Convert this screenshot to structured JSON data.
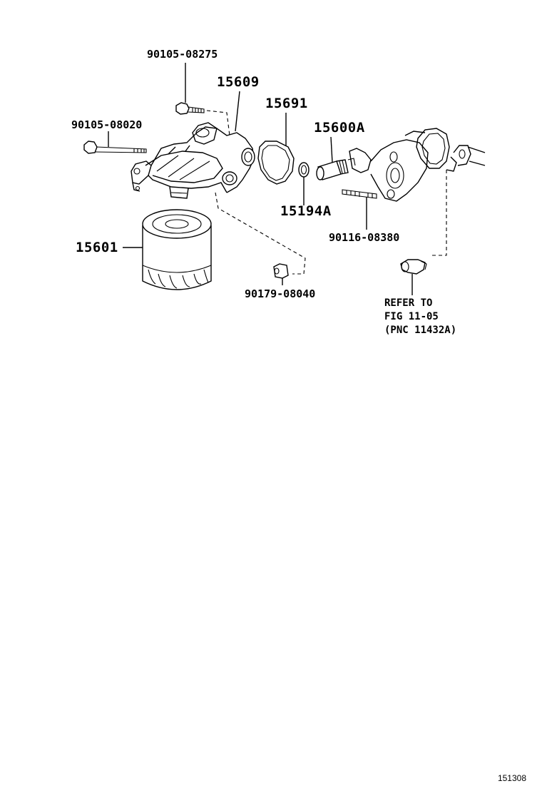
{
  "parts": [
    {
      "id": "p-90105-08275",
      "number": "90105-08275"
    },
    {
      "id": "p-15609",
      "number": "15609"
    },
    {
      "id": "p-15691",
      "number": "15691"
    },
    {
      "id": "p-90105-08020",
      "number": "90105-08020"
    },
    {
      "id": "p-15600a",
      "number": "15600A"
    },
    {
      "id": "p-15194a",
      "number": "15194A"
    },
    {
      "id": "p-90116-08380",
      "number": "90116-08380"
    },
    {
      "id": "p-15601",
      "number": "15601"
    },
    {
      "id": "p-90179-08040",
      "number": "90179-08040"
    }
  ],
  "reference_note": {
    "lines": [
      "REFER TO",
      "FIG 11-05",
      "(PNC 11432A)"
    ]
  },
  "figure_id": "151308"
}
